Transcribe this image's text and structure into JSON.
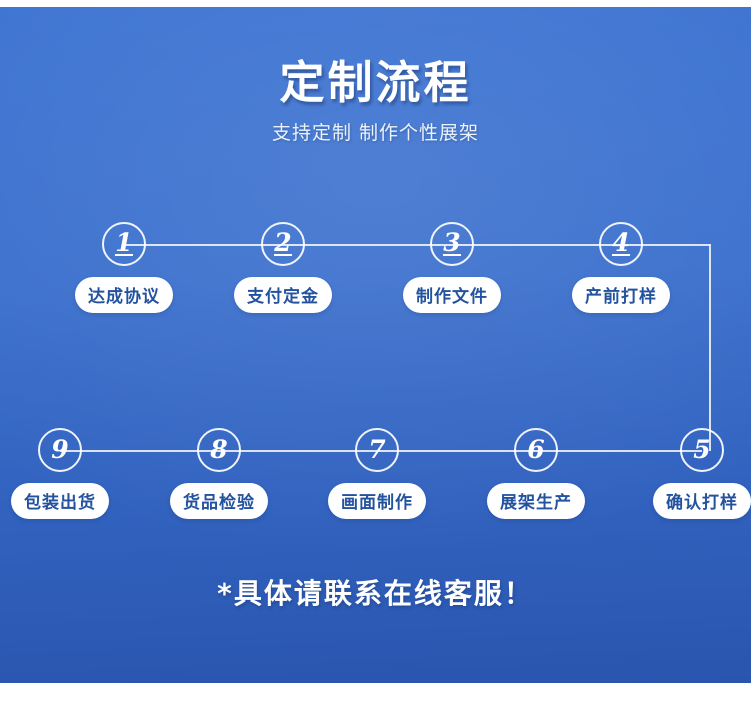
{
  "theme": {
    "bg_blue_light": "#3C73D2",
    "bg_blue_dark": "#2A55AE",
    "pill_bg": "#FFFFFF",
    "pill_text": "#23529F",
    "line_color": "#FFFFFF",
    "title_color": "#FFFFFF"
  },
  "header": {
    "title": "定制流程",
    "subtitle": "支持定制 制作个性展架"
  },
  "flow": {
    "rows": [
      {
        "direction": "left-to-right",
        "steps": [
          {
            "number": "1",
            "underlined": true,
            "label": "达成协议"
          },
          {
            "number": "2",
            "underlined": true,
            "label": "支付定金"
          },
          {
            "number": "3",
            "underlined": true,
            "label": "制作文件"
          },
          {
            "number": "4",
            "underlined": true,
            "label": "产前打样"
          }
        ]
      },
      {
        "direction": "right-to-left",
        "steps": [
          {
            "number": "9",
            "underlined": false,
            "label": "包装出货"
          },
          {
            "number": "8",
            "underlined": false,
            "label": "货品检验"
          },
          {
            "number": "7",
            "underlined": false,
            "label": "画面制作"
          },
          {
            "number": "6",
            "underlined": false,
            "label": "展架生产"
          },
          {
            "number": "5",
            "underlined": false,
            "label": "确认打样"
          }
        ]
      }
    ]
  },
  "footnote": {
    "text": "*具体请联系在线客服！"
  }
}
